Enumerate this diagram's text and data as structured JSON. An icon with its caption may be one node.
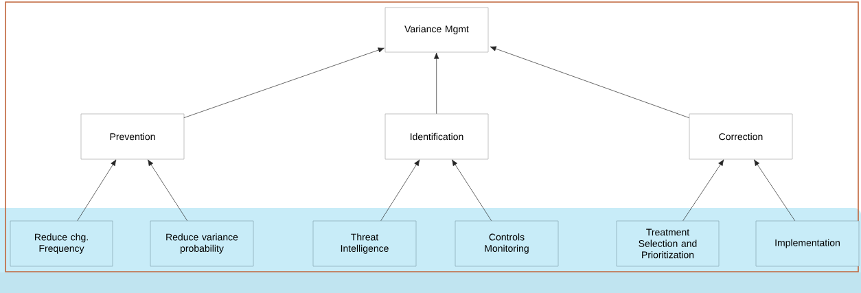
{
  "diagram": {
    "nodes": [
      {
        "text": [
          "Variance Mgmt"
        ]
      },
      {
        "text": [
          "Prevention"
        ]
      },
      {
        "text": [
          "Identification"
        ]
      },
      {
        "text": [
          "Correction"
        ]
      },
      {
        "text": [
          "Reduce chg. Frequency"
        ]
      },
      {
        "text": [
          "Reduce variance probability"
        ]
      },
      {
        "text": [
          "Threat Intelligence"
        ]
      },
      {
        "text": [
          "Controls Monitoring"
        ]
      },
      {
        "text": [
          "Treatment Selection and Prioritization"
        ]
      },
      {
        "text": [
          "Implementation"
        ]
      }
    ],
    "edges": [
      {
        "from": 1,
        "to": 0,
        "arrow": "to"
      },
      {
        "from": 2,
        "to": 0,
        "arrow": "to"
      },
      {
        "from": 3,
        "to": 0,
        "arrow": "to"
      },
      {
        "from": 4,
        "to": 1,
        "arrow": "to"
      },
      {
        "from": 5,
        "to": 1,
        "arrow": "to"
      },
      {
        "from": 6,
        "to": 2,
        "arrow": "to"
      },
      {
        "from": 7,
        "to": 2,
        "arrow": "to"
      },
      {
        "from": 8,
        "to": 3,
        "arrow": "to"
      },
      {
        "from": 9,
        "to": 3,
        "arrow": "to"
      }
    ]
  }
}
